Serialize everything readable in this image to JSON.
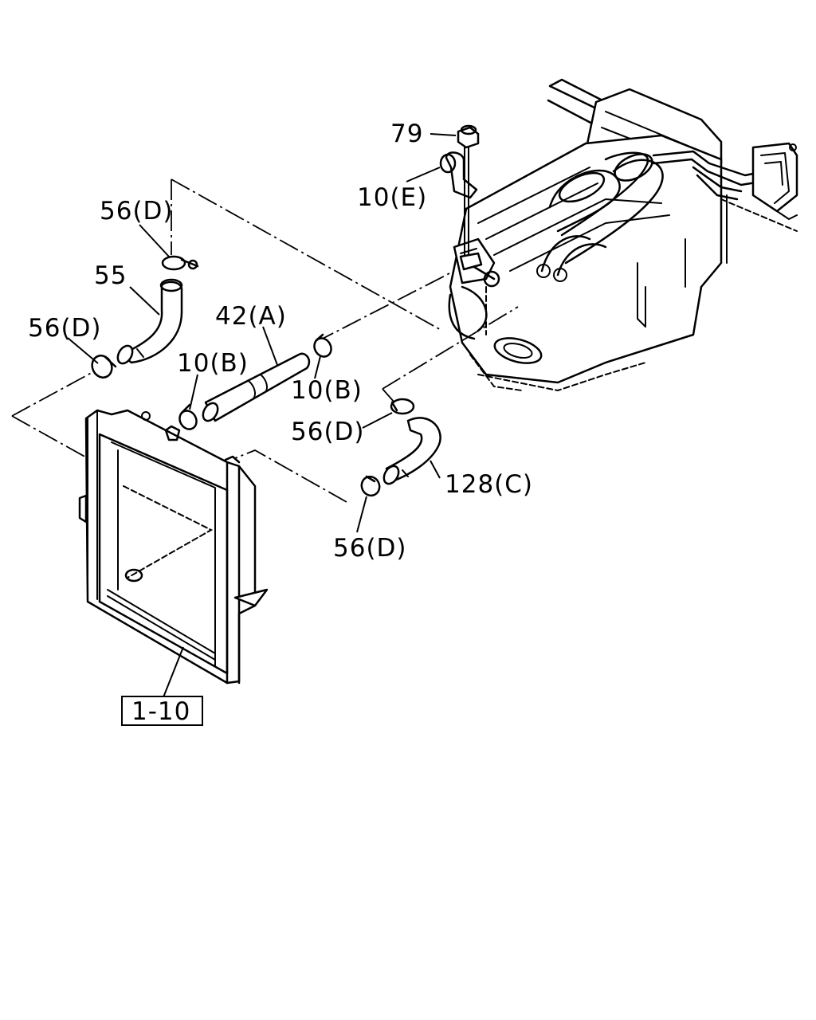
{
  "labels": {
    "part_79": "79",
    "part_10e": "10(E)",
    "part_56d_top": "56(D)",
    "part_55": "55",
    "part_56d_left": "56(D)",
    "part_42a": "42(A)",
    "part_10b_left": "10(B)",
    "part_10b_right": "10(B)",
    "part_56d_mid": "56(D)",
    "part_128c": "128(C)",
    "part_56d_bottom": "56(D)",
    "part_1_10": "1-10"
  },
  "icons": {
    "engine": "engine-block-icon",
    "radiator": "radiator-icon",
    "hose": "hose-icon",
    "clamp": "hose-clamp-icon",
    "nut": "nut-icon",
    "bracket": "bracket-icon"
  }
}
